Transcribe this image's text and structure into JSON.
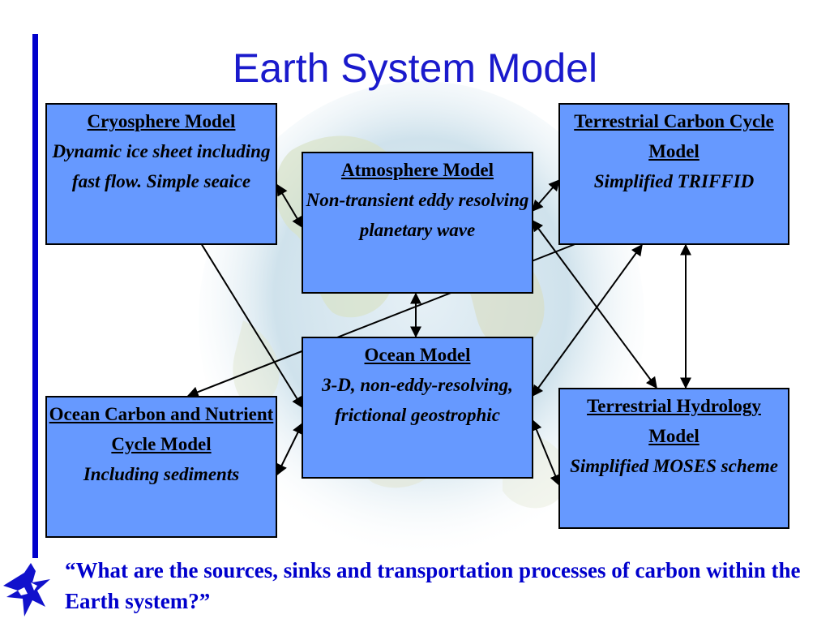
{
  "slide": {
    "title": "Earth System Model",
    "quote": "“What are the sources, sinks and transportation processes of carbon within the Earth system?”"
  },
  "boxes": {
    "cryosphere": {
      "title": "Cryosphere Model",
      "desc": "Dynamic ice sheet including fast flow. Simple seaice"
    },
    "atmosphere": {
      "title": "Atmosphere Model",
      "desc": "Non-transient eddy resolving planetary wave"
    },
    "terrestrial_carbon": {
      "title": "Terrestrial Carbon Cycle Model",
      "desc": "Simplified TRIFFID"
    },
    "ocean": {
      "title": "Ocean Model",
      "desc": "3-D, non-eddy-resolving, frictional geostrophic"
    },
    "ocean_carbon": {
      "title": "Ocean Carbon and Nutrient Cycle Model",
      "desc": "Including sediments"
    },
    "terrestrial_hydrology": {
      "title": "Terrestrial Hydrology Model",
      "desc": "Simplified MOSES scheme"
    }
  },
  "colors": {
    "title": "#1a1acc",
    "box_fill": "#6699ff",
    "accent_bar": "#0000cc",
    "quote": "#0000cc"
  },
  "icons": {
    "background": "globe-image",
    "logo": "dove-logo-icon"
  }
}
